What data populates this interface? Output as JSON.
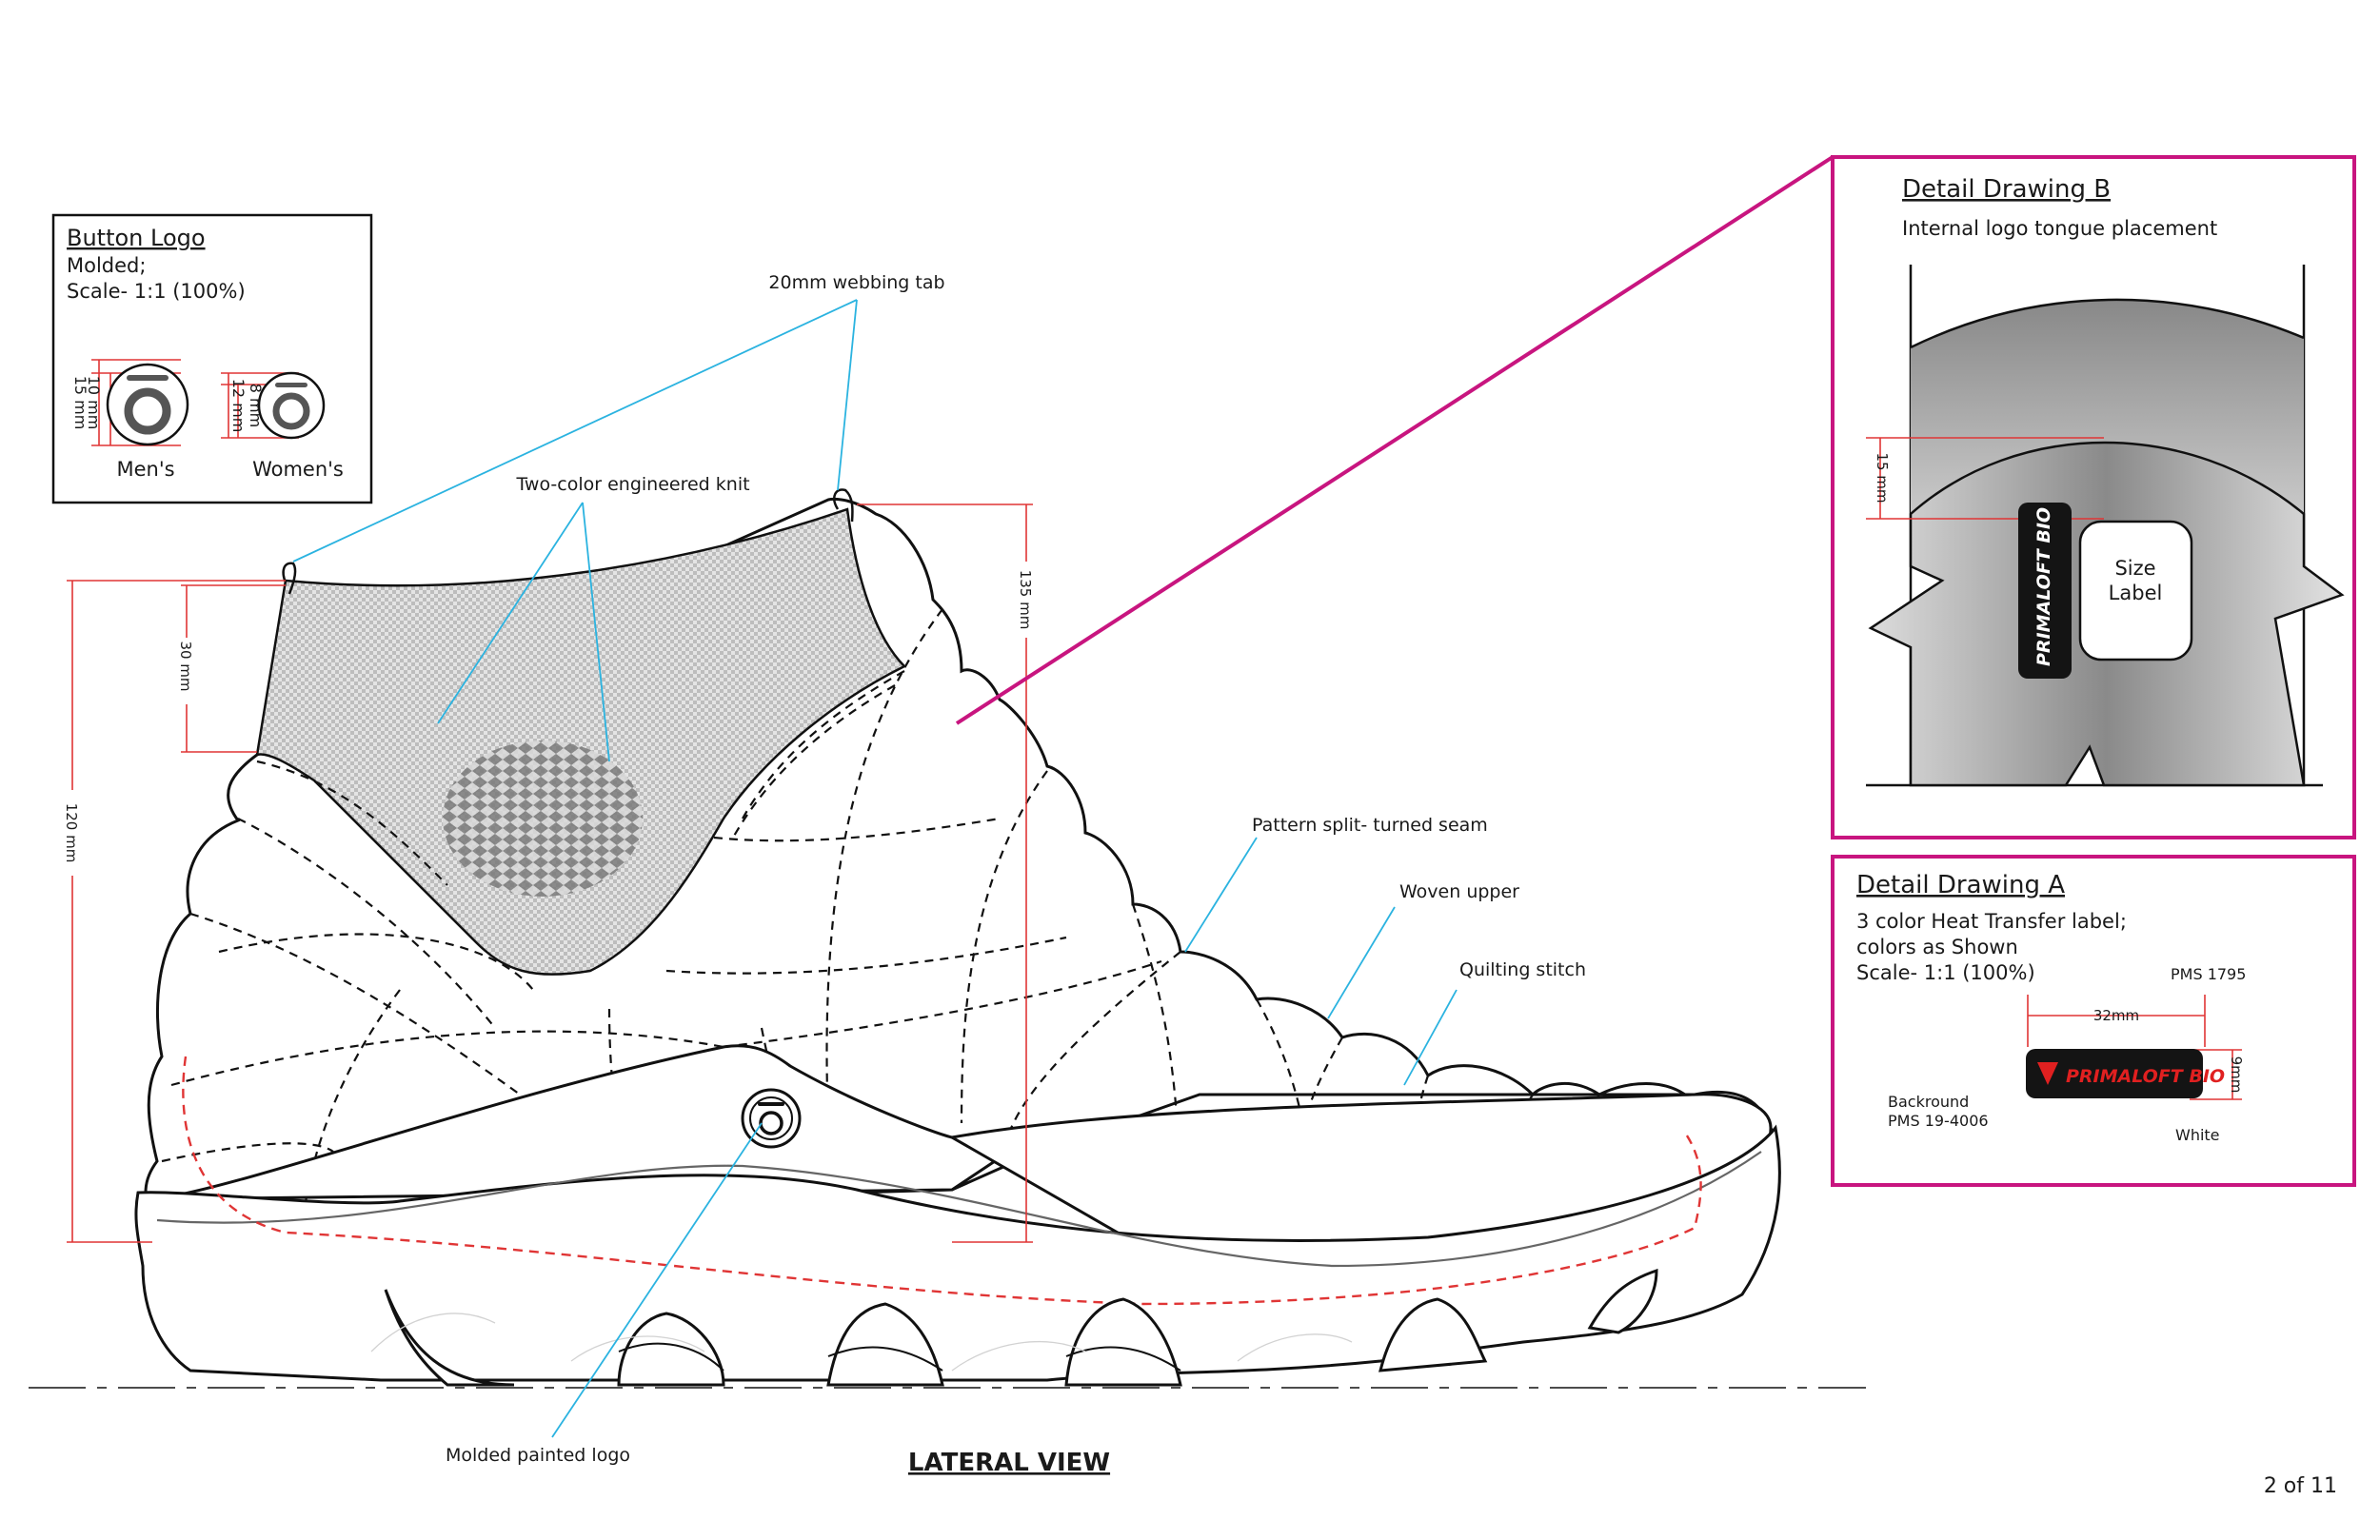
{
  "button_logo": {
    "title": "Button Logo",
    "line1": "Molded;",
    "line2": "Scale- 1:1 (100%)",
    "mens_label": "Men's",
    "womens_label": "Women's",
    "mens_dim_a": "10 mm",
    "mens_dim_b": "15 mm",
    "womens_dim_a": "8 mm",
    "womens_dim_b": "12 mm"
  },
  "callouts": {
    "webbing_tab": "20mm webbing tab",
    "knit": "Two-color engineered knit",
    "pattern_split": "Pattern split- turned seam",
    "woven_upper": "Woven upper",
    "quilting": "Quilting stitch",
    "molded_logo": "Molded painted logo"
  },
  "dimensions": {
    "d30": "30 mm",
    "d120": "120 mm",
    "d135": "135 mm"
  },
  "view_label": "LATERAL VIEW",
  "detail_b": {
    "title": "Detail Drawing B",
    "subtitle": "Internal logo tongue placement",
    "dim": "15 mm",
    "size_label_1": "Size",
    "size_label_2": "Label",
    "label_text": "PRIMALOFT BIO"
  },
  "detail_a": {
    "title": "Detail Drawing A",
    "line1": "3 color Heat Transfer label;",
    "line2": "colors as Shown",
    "line3": "Scale- 1:1 (100%)",
    "pms_red": "PMS 1795",
    "width_dim": "32mm",
    "height_dim": "9mm",
    "background_1": "Backround",
    "background_2": "PMS 19-4006",
    "white": "White",
    "label_text": "PRIMALOFT BIO"
  },
  "page_number": "2 of 11",
  "colors": {
    "accent_magenta": "#c8157f",
    "leader_blue": "#2bb3e0",
    "dimension_red": "#e03535",
    "label_red": "#e02020"
  }
}
